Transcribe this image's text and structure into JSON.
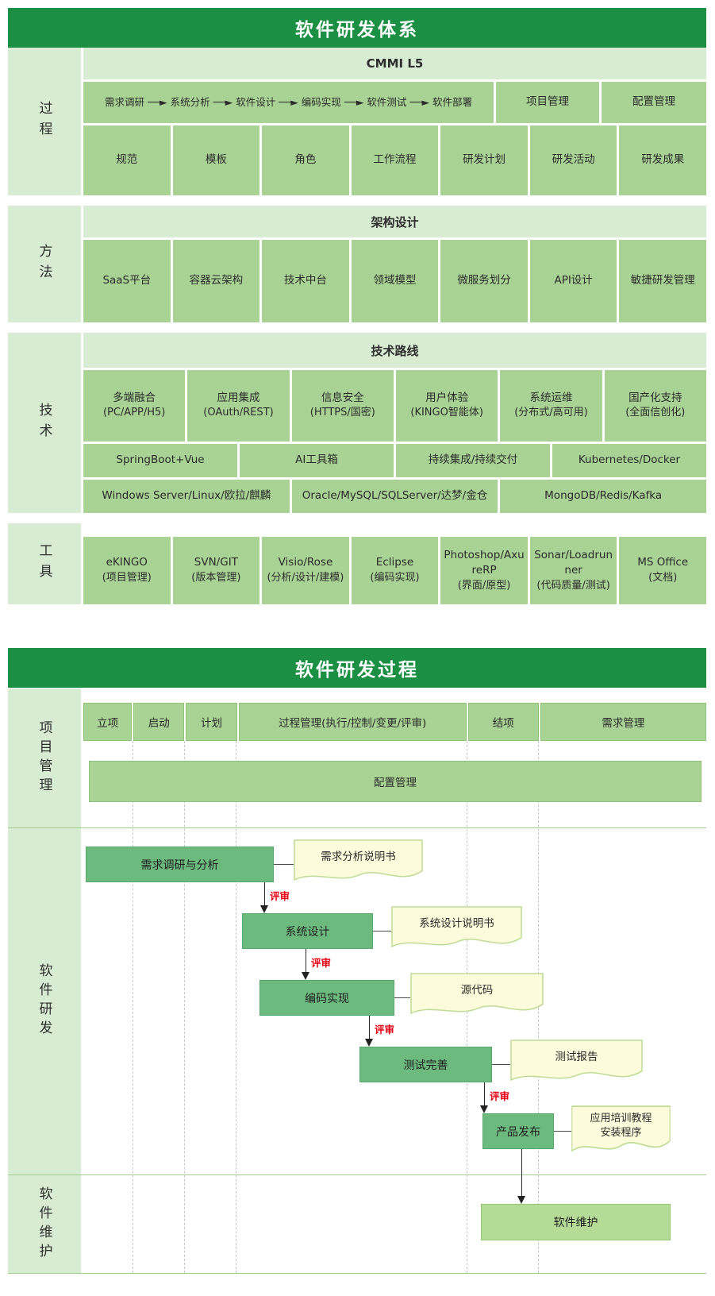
{
  "colors": {
    "header_green": "#1B8F43",
    "pale_green": "#D8ECD3",
    "cell_green": "#A8D394",
    "flow_box_green": "#6CBA7E",
    "maintenance_green": "#B4DC96",
    "doc_fill": "#FCFBDB",
    "doc_border": "#BFDC96",
    "review_red": "#E60012"
  },
  "system": {
    "header": "软件研发体系",
    "process": {
      "label": "过程",
      "banner": "CMMI L5",
      "flow_steps": [
        "需求调研",
        "系统分析",
        "软件设计",
        "编码实现",
        "软件测试",
        "软件部署"
      ],
      "flow_display": "需求调研 ──► 系统分析 ──► 软件设计 ──► 编码实现 ──► 软件测试 ──► 软件部署",
      "side_cells": [
        "项目管理",
        "配置管理"
      ],
      "cells": [
        "规范",
        "模板",
        "角色",
        "工作流程",
        "研发计划",
        "研发活动",
        "研发成果"
      ]
    },
    "method": {
      "label": "方法",
      "banner": "架构设计",
      "cells": [
        "SaaS平台",
        "容器云架构",
        "技术中台",
        "领域模型",
        "微服务划分",
        "API设计",
        "敏捷研发管理"
      ]
    },
    "technology": {
      "label": "技术",
      "banner": "技术路线",
      "cells": [
        {
          "l1": "多端融合",
          "l2": "(PC/APP/H5)"
        },
        {
          "l1": "应用集成",
          "l2": "(OAuth/REST)"
        },
        {
          "l1": "信息安全",
          "l2": "(HTTPS/国密)"
        },
        {
          "l1": "用户体验",
          "l2": "(KINGO智能体)"
        },
        {
          "l1": "系统运维",
          "l2": "(分布式/高可用)"
        },
        {
          "l1": "国产化支持",
          "l2": "(全面信创化)"
        }
      ],
      "row2": [
        "SpringBoot+Vue",
        "AI工具箱",
        "持续集成/持续交付",
        "Kubernetes/Docker"
      ],
      "row3": [
        "Windows Server/Linux/欧拉/麒麟",
        "Oracle/MySQL/SQLServer/达梦/金仓",
        "MongoDB/Redis/Kafka"
      ]
    },
    "tools": {
      "label": "工具",
      "cells": [
        {
          "l1": "eKINGO",
          "l2": "(项目管理)"
        },
        {
          "l1": "SVN/GIT",
          "l2": "(版本管理)"
        },
        {
          "l1": "Visio/Rose",
          "l2": "(分析/设计/建模)"
        },
        {
          "l1": "Eclipse",
          "l2": "(编码实现)"
        },
        {
          "l1": "Photoshop/AxureRP",
          "l2": "(界面/原型)"
        },
        {
          "l1": "Sonar/Loadrunner",
          "l2": "(代码质量/测试)"
        },
        {
          "l1": "MS Office",
          "l2": "(文档)"
        }
      ]
    }
  },
  "flow": {
    "header": "软件研发过程",
    "lanes": [
      "项目管理",
      "软件研发",
      "软件维护"
    ],
    "pm_cells": [
      "立项",
      "启动",
      "计划",
      "过程管理(执行/控制/变更/评审)",
      "结项",
      "需求管理"
    ],
    "config_bar": "配置管理",
    "review_label": "评审",
    "steps": [
      {
        "name": "需求调研与分析",
        "doc": "需求分析说明书"
      },
      {
        "name": "系统设计",
        "doc": "系统设计说明书"
      },
      {
        "name": "编码实现",
        "doc": "源代码"
      },
      {
        "name": "测试完善",
        "doc": "测试报告"
      },
      {
        "name": "产品发布",
        "doc": "应用培训教程",
        "doc2": "安装程序"
      }
    ],
    "maintenance_box": "软件维护"
  }
}
